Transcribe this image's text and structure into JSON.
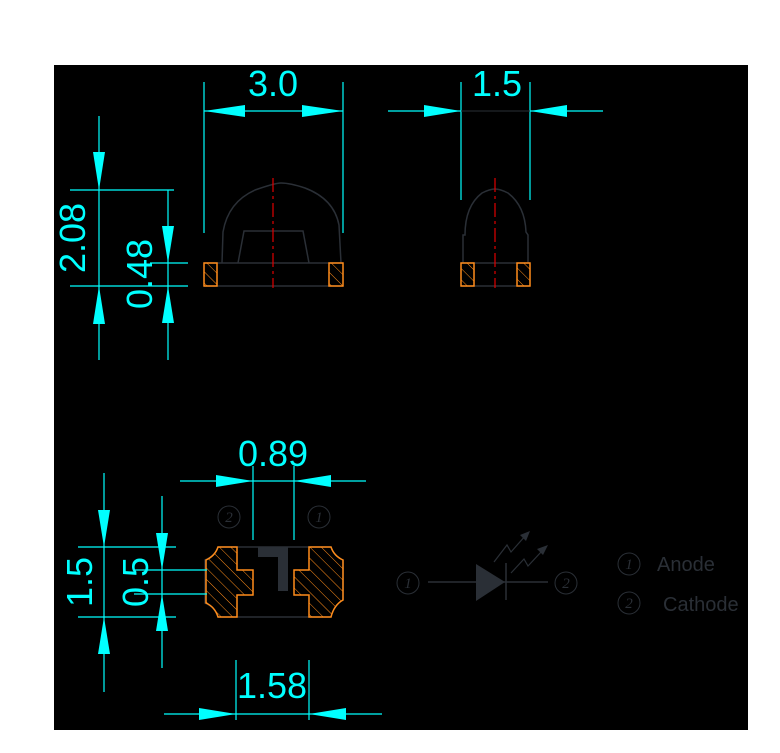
{
  "drawing": {
    "background": "#000000",
    "colors": {
      "dimension": "#00ffff",
      "outline": "#2a2f36",
      "hatch": "#ff8c1a",
      "centerline": "#e00000"
    }
  },
  "front_view": {
    "width_dim": "3.0",
    "height_dim": "2.08",
    "base_height_dim": "0.48"
  },
  "side_view": {
    "width_dim": "1.5"
  },
  "bottom_view": {
    "pad_spacing_dim": "0.89",
    "height_dim": "1.5",
    "pad_height_dim": "0.5",
    "length_dim": "1.58",
    "pin_left": "2",
    "pin_right": "1"
  },
  "schematic": {
    "pin_anode": "1",
    "pin_cathode": "2"
  },
  "legend": {
    "items": [
      {
        "pin": "1",
        "label": "Anode"
      },
      {
        "pin": "2",
        "label": "Cathode"
      }
    ]
  }
}
